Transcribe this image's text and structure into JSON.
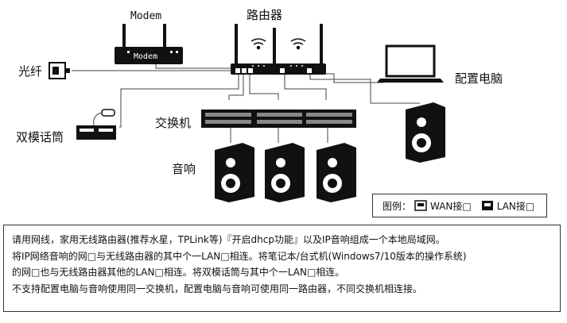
{
  "labels": {
    "modem": "Modem",
    "modem_device": "Modem",
    "router": "路由器",
    "fiber": "光纤",
    "laptop": "配置电脑",
    "switch": "交换机",
    "mic": "双模话筒",
    "speaker": "音响"
  },
  "legend": {
    "prefix": "图例：",
    "wan": "WAN接□",
    "lan": "LAN接□"
  },
  "description": [
    "请用网线，家用无线路由器(推荐水星，TPLink等)『开启dhcp功能』以及IP音响组成一个本地局域网。",
    "将IP网络音响的网□与无线路由器的其中个一LAN□相连。将笔记本/台式机(Windows7/10版本的操作系统)",
    "的网□也与无线路由器其他的LAN□相连。将双模话筒与其中个一LAN□相连。",
    "不支持配置电脑与音响使用同一交换机，配置电脑与音响可使用同一路由器，不同交换机相连接。"
  ]
}
